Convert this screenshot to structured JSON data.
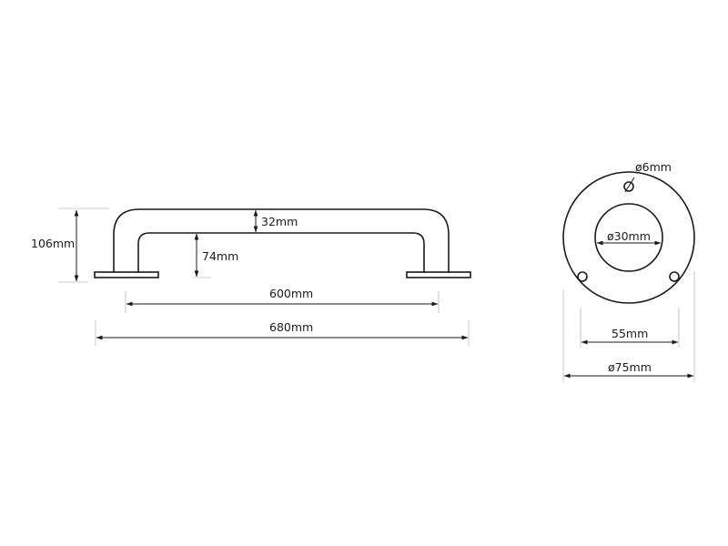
{
  "dimensions": {
    "total_height": "106mm",
    "tube_diameter": "32mm",
    "inner_height": "74mm",
    "inner_width": "600mm",
    "overall_width": "680mm",
    "screw_hole_diameter": "ø6mm",
    "center_diameter": "ø30mm",
    "hole_spacing": "55mm",
    "flange_diameter": "ø75mm"
  },
  "colors": {
    "line": "#1a1a1a",
    "extension": "#bdbdbd",
    "background": "#ffffff"
  }
}
